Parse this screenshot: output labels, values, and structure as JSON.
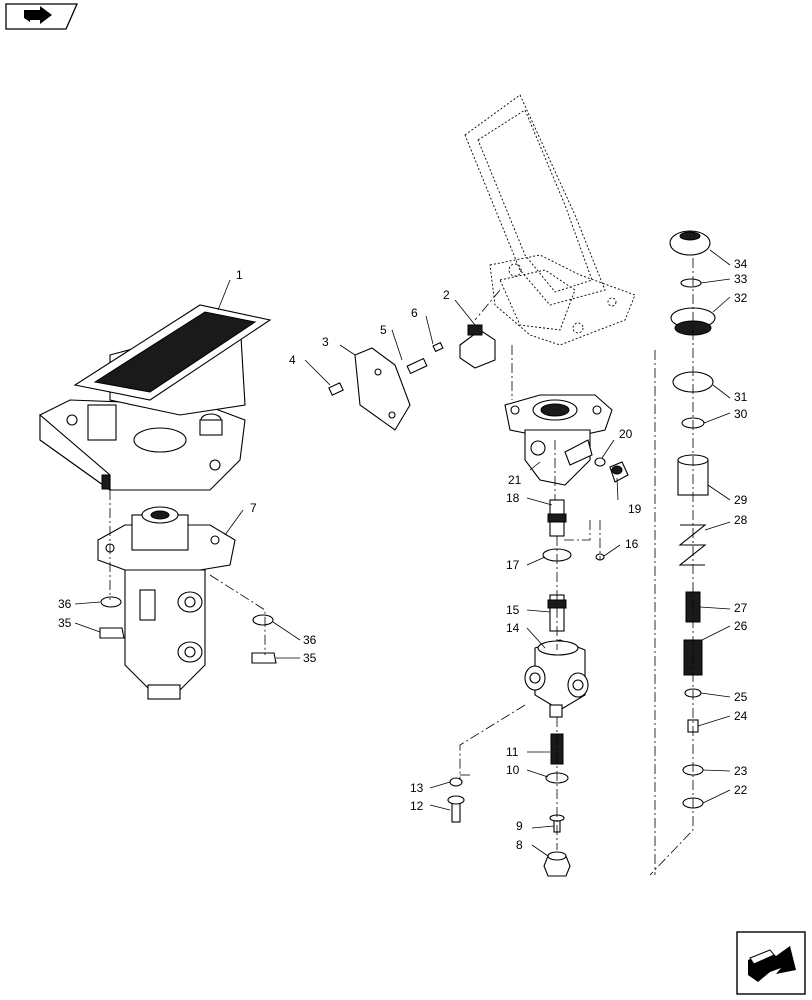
{
  "diagram": {
    "callouts": [
      "1",
      "2",
      "3",
      "4",
      "5",
      "6",
      "7",
      "8",
      "9",
      "10",
      "11",
      "12",
      "13",
      "14",
      "15",
      "16",
      "17",
      "18",
      "19",
      "20",
      "21",
      "22",
      "23",
      "24",
      "25",
      "26",
      "27",
      "28",
      "29",
      "30",
      "31",
      "32",
      "33",
      "34",
      "35",
      "36"
    ]
  },
  "icons": {
    "top_left": "forward-navigation-icon",
    "bottom_right": "next-page-arrow-icon"
  }
}
